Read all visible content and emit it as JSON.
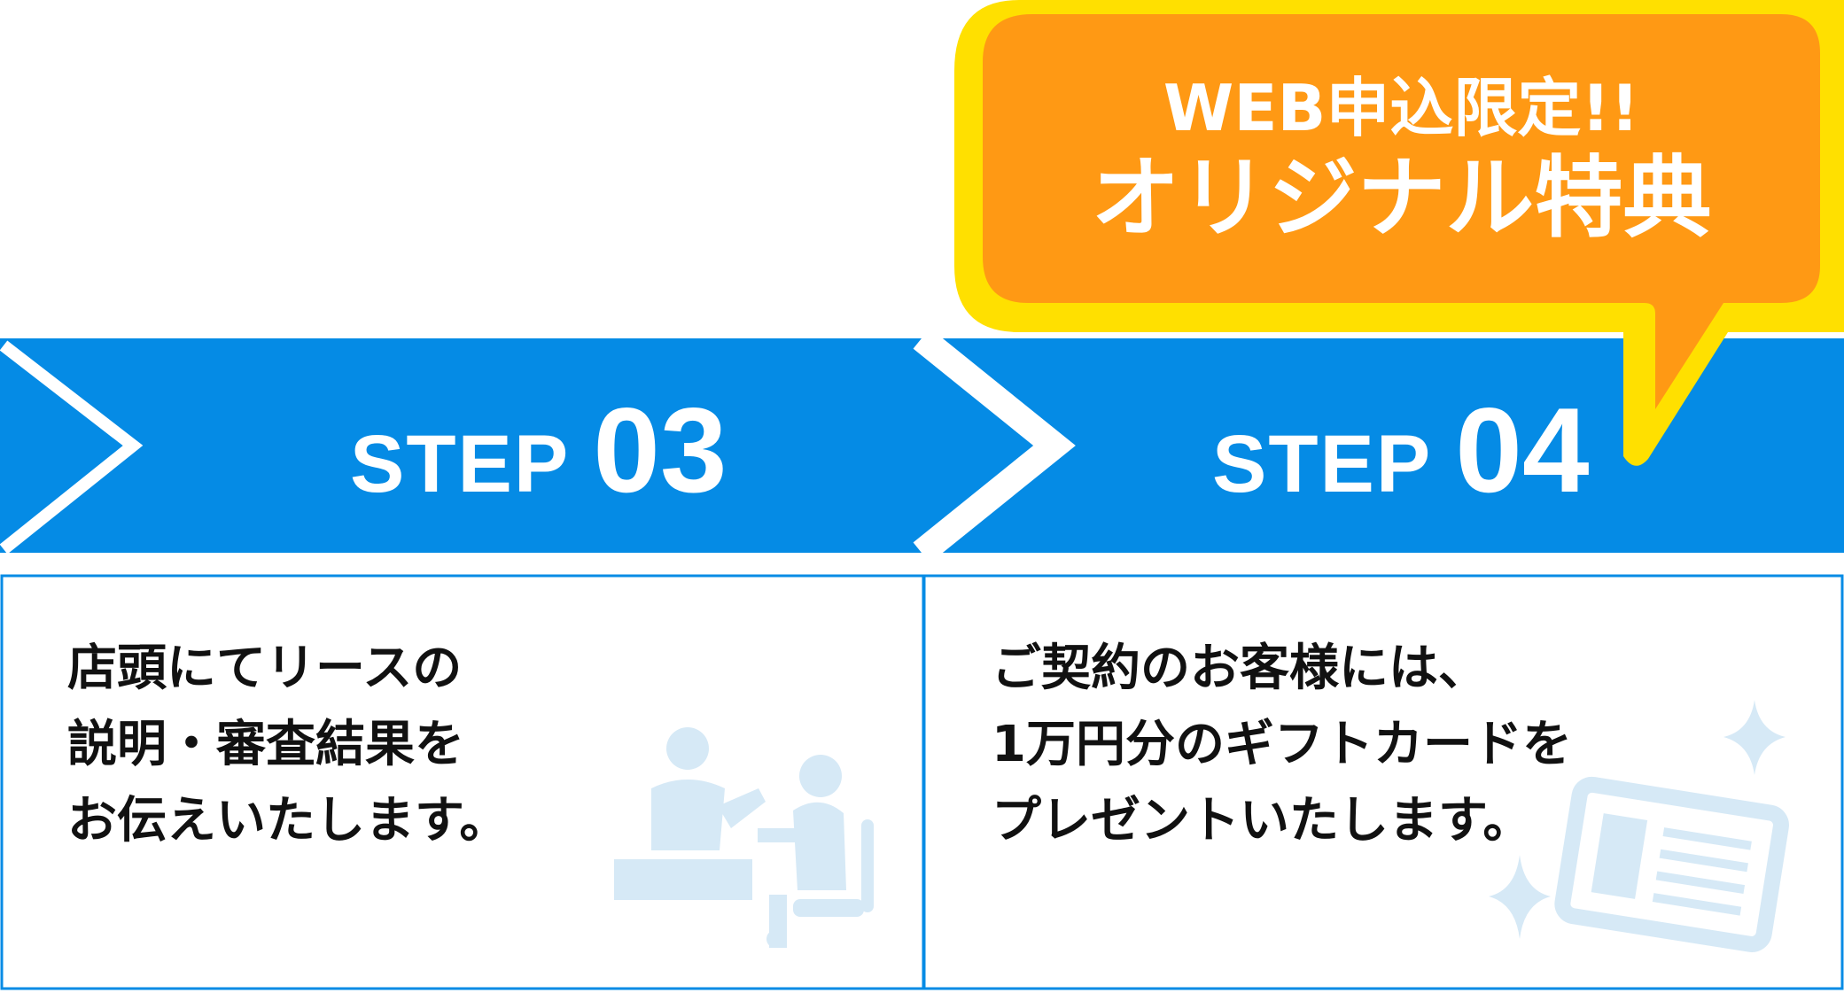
{
  "colors": {
    "band": "#058BE5",
    "bubble_fill": "#FF9914",
    "bubble_border": "#FFE000",
    "icon_tint": "#D6E9F6",
    "text": "#111111"
  },
  "bubble": {
    "line1": "WEB申込限定!!",
    "line2": "オリジナル特典"
  },
  "steps": [
    {
      "word": "STEP",
      "number": "03",
      "lines": [
        "店頭にてリースの",
        "説明・審査結果を",
        "お伝えいたします。"
      ],
      "icon": "consultation-icon"
    },
    {
      "word": "STEP",
      "number": "04",
      "lines": [
        "ご契約のお客様には、",
        "1万円分のギフトカードを",
        "プレゼントいたします。"
      ],
      "icon": "gift-card-icon"
    }
  ]
}
